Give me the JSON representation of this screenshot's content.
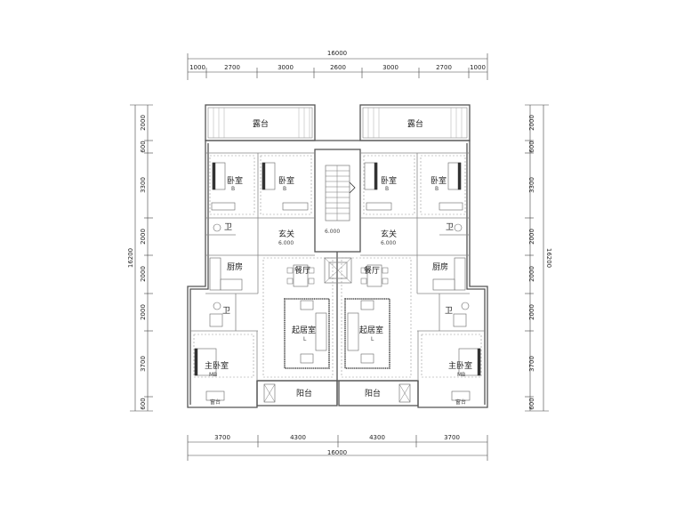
{
  "dimensions": {
    "top_total": "16000",
    "top_segments": [
      "1000",
      "2700",
      "3000",
      "2600",
      "3000",
      "2700",
      "1000"
    ],
    "bottom_total": "16000",
    "bottom_segments": [
      "3700",
      "4300",
      "4300",
      "3700"
    ],
    "side_total": "16200",
    "side_segments": [
      "2000",
      "600",
      "3300",
      "2000",
      "2000",
      "2000",
      "3700",
      "600"
    ]
  },
  "rooms": {
    "balcony_top": "露台",
    "bedroom": "卧室",
    "bedroom_tag": "B",
    "foyer": "玄关",
    "elevation": "6.000",
    "stair_elevation": "6.000",
    "kitchen": "厨房",
    "dining": "餐厅",
    "bath": "卫",
    "living": "起居室",
    "living_tag": "L",
    "master_bedroom": "主卧室",
    "master_tag": "MB",
    "balcony_bottom": "阳台",
    "window_label": "窗台"
  }
}
